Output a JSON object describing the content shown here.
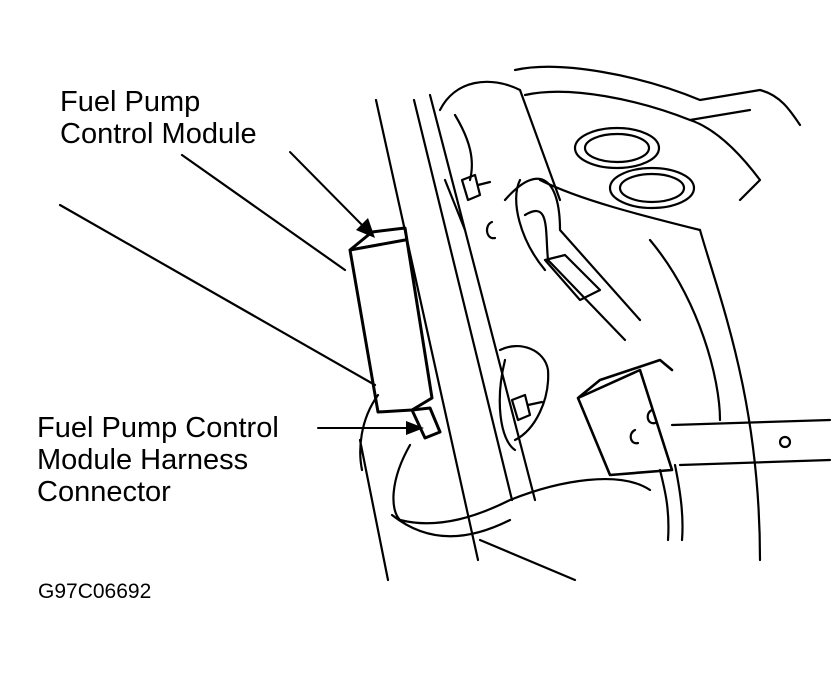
{
  "callouts": {
    "module": {
      "line1": "Fuel Pump",
      "line2": "Control Module"
    },
    "connector": {
      "line1": "Fuel Pump Control",
      "line2": "Module Harness",
      "line3": "Connector"
    }
  },
  "figure_code": "G97C06692"
}
